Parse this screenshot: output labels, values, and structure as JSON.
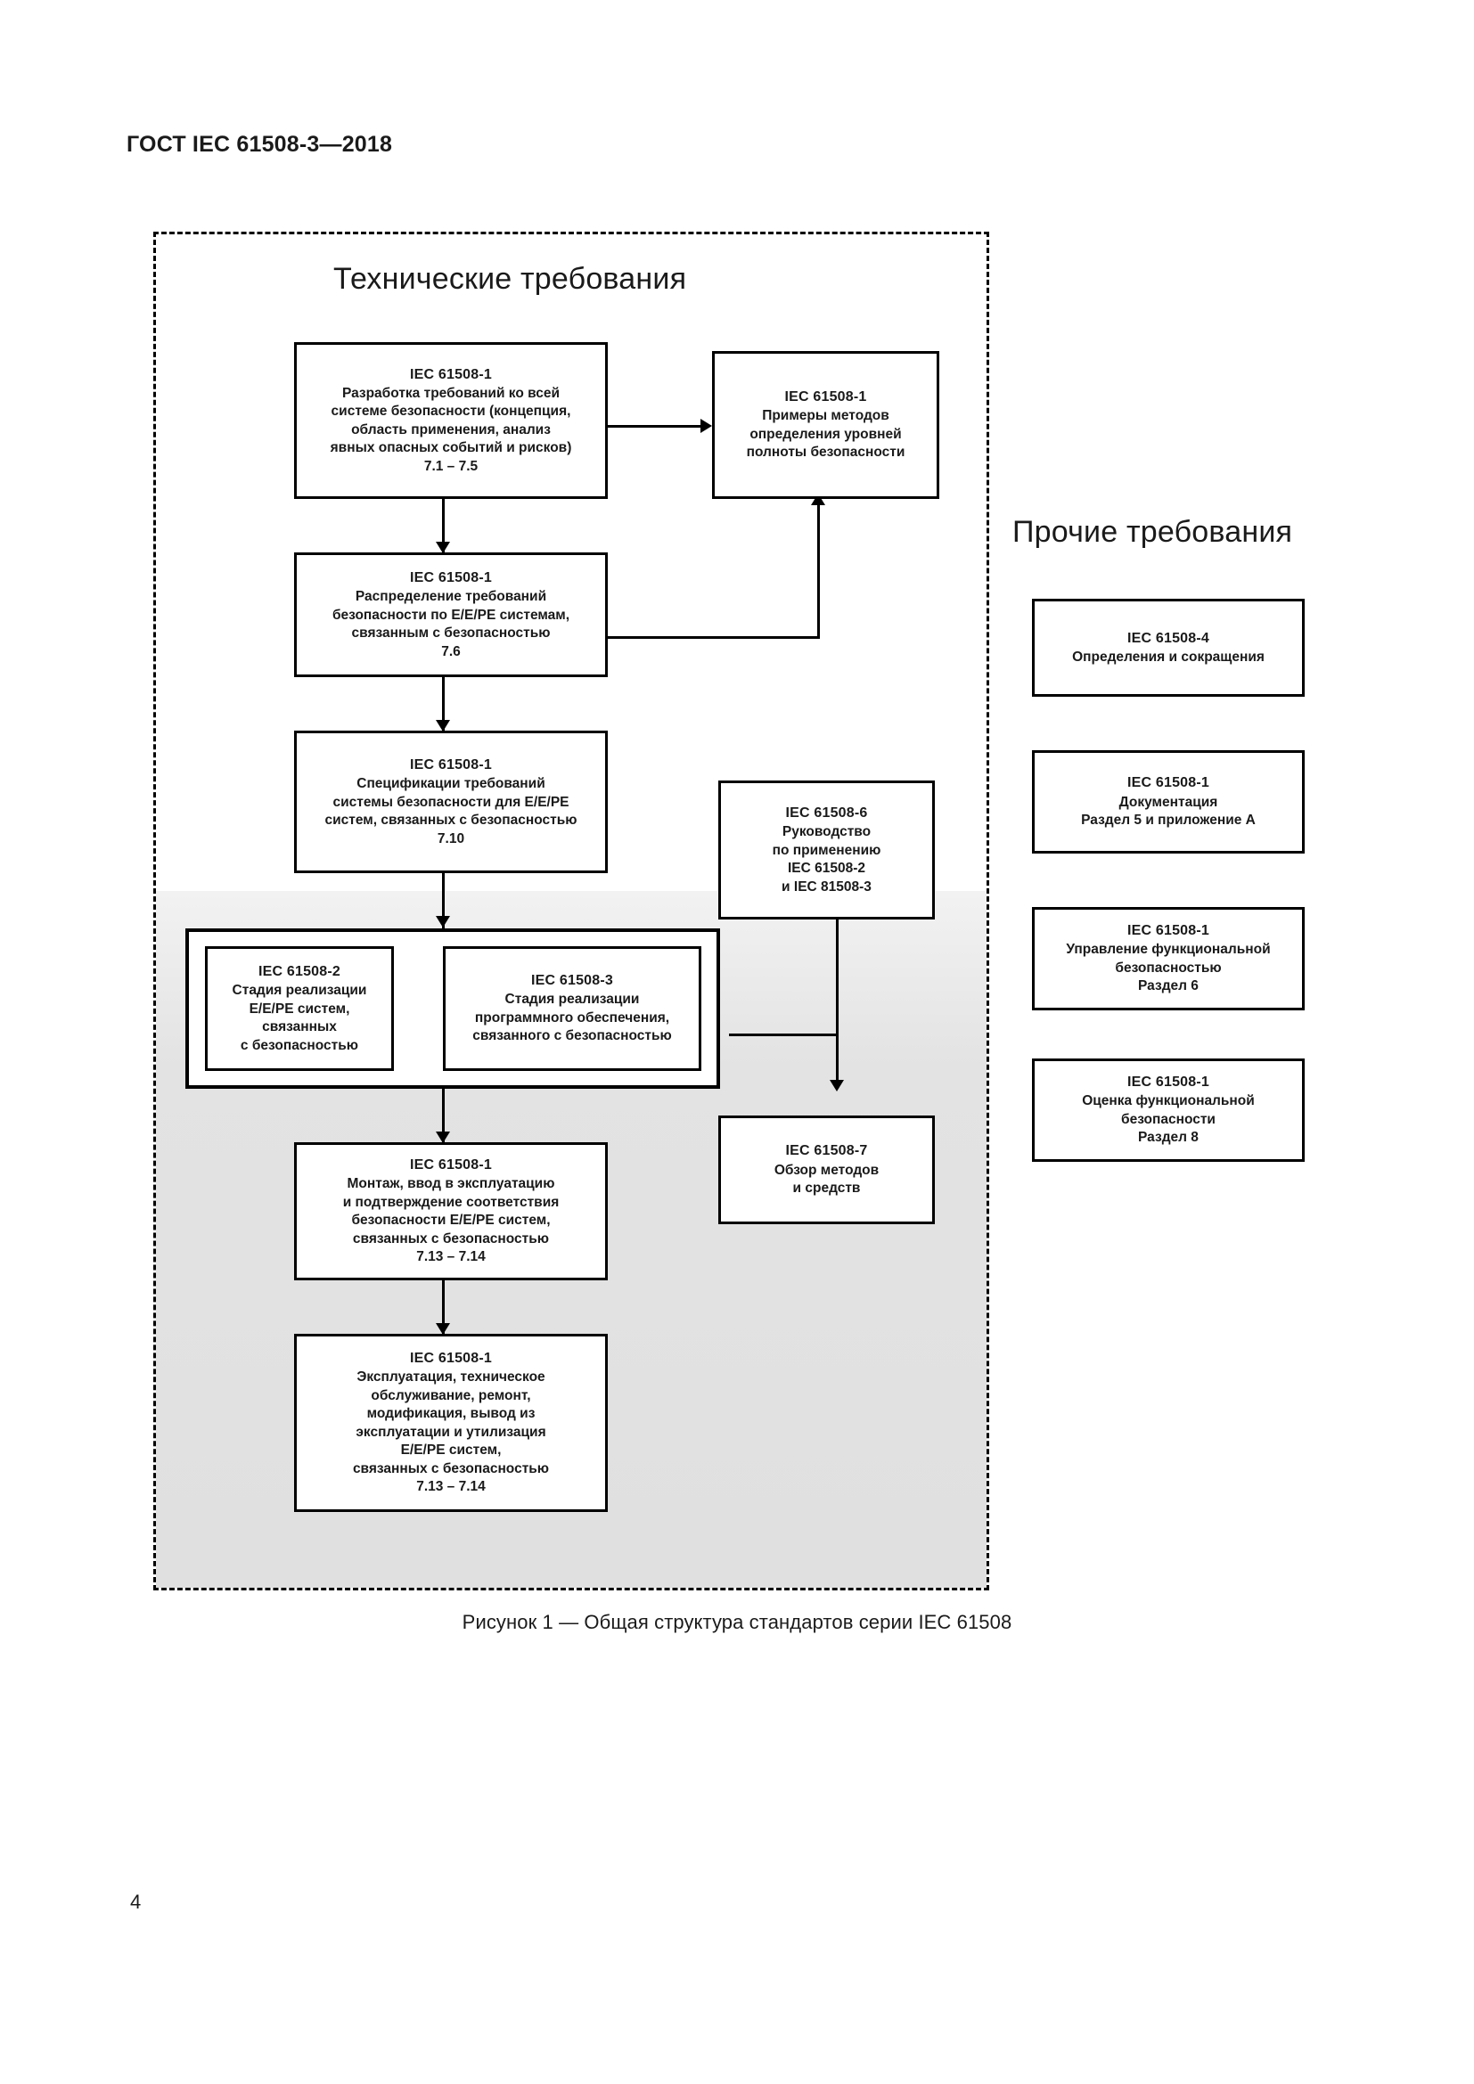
{
  "page": {
    "header": "ГОСТ IEC 61508-3—2018",
    "number": "4",
    "figure_caption": "Рисунок 1 — Общая структура стандартов серии IEC 61508"
  },
  "figure": {
    "title_left": "Технические требования",
    "title_right": "Прочие требования",
    "technical_boxes": [
      {
        "id": "concept",
        "std": "IEC 61508-1",
        "desc": "Разработка требований ко всей\nсистеме безопасности (концепция,\nобласть применения, анализ\nявных опасных событий и рисков)\n7.1 – 7.5"
      },
      {
        "id": "sil-examples",
        "std": "IEC 61508-1",
        "desc": "Примеры методов\nопределения уровней\nполноты безопасности"
      },
      {
        "id": "allocation",
        "std": "IEC 61508-1",
        "desc": "Распределение требований\nбезопасности по E/E/PE системам,\nсвязанным с безопасностью\n7.6"
      },
      {
        "id": "specification",
        "std": "IEC 61508-1",
        "desc": "Спецификации требований\nсистемы безопасности для E/E/PE\nсистем, связанных с безопасностью\n7.10"
      },
      {
        "id": "guidance",
        "std": "IEC 61508-6",
        "desc": "Руководство\nпо применению\nIEC 61508-2\nи IEC 81508-3"
      },
      {
        "id": "realisation-hw",
        "std": "IEC 61508-2",
        "desc": "Стадия реализации\nE/E/PE систем,\nсвязанных\nс безопасностью"
      },
      {
        "id": "realisation-sw",
        "std": "IEC 61508-3",
        "desc": "Стадия реализации\nпрограммного обеспечения,\nсвязанного с безопасностью"
      },
      {
        "id": "techniques-overview",
        "std": "IEC 61508-7",
        "desc": "Обзор методов\nи средств"
      },
      {
        "id": "installation",
        "std": "IEC 61508-1",
        "desc": "Монтаж, ввод в эксплуатацию\nи подтверждение соответствия\nбезопасности E/E/PE систем,\nсвязанных с безопасностью\n7.13 – 7.14"
      },
      {
        "id": "operation",
        "std": "IEC 61508-1",
        "desc": "Эксплуатация, техническое\nобслуживание, ремонт,\nмодификация, вывод из\nэксплуатации и утилизация\nE/E/PE систем,\nсвязанных с безопасностью\n7.13 – 7.14"
      }
    ],
    "other_boxes": [
      {
        "id": "definitions",
        "std": "IEC 61508-4",
        "desc": "Определения и сокращения"
      },
      {
        "id": "documentation",
        "std": "IEC 61508-1",
        "desc": "Документация\nРаздел 5 и приложение А"
      },
      {
        "id": "fsm",
        "std": "IEC 61508-1",
        "desc": "Управление функциональной\nбезопасностью\nРаздел 6"
      },
      {
        "id": "fsa",
        "std": "IEC 61508-1",
        "desc": "Оценка функциональной\nбезопасности\nРаздел 8"
      }
    ]
  }
}
